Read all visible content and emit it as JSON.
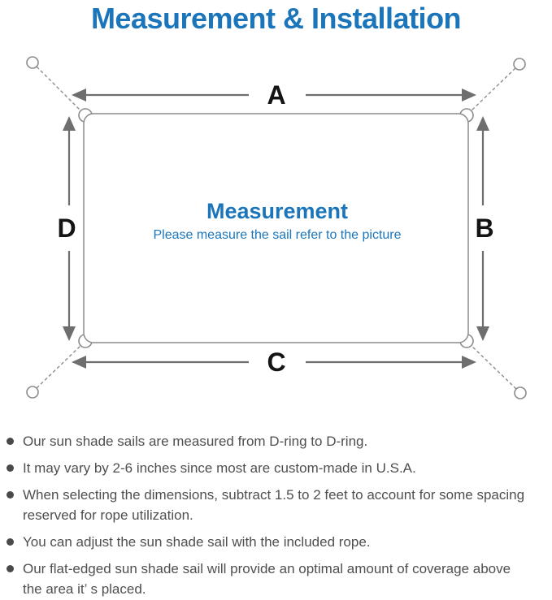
{
  "title": "Measurement & Installation",
  "colors": {
    "accent": "#1b75bb",
    "outline": "#8c8c8c",
    "arrow": "#6e6e6e",
    "label": "#141414",
    "body-text": "#4f4f4f",
    "bullet": "#4a4a4a"
  },
  "diagram": {
    "labels": {
      "a": "A",
      "b": "B",
      "c": "C",
      "d": "D"
    },
    "center_title": "Measurement",
    "center_subtitle": "Please measure the sail refer to the picture"
  },
  "bullets": [
    {
      "lines": [
        "Our sun shade sails are measured from D-ring to D-ring."
      ]
    },
    {
      "lines": [
        "It may vary by 2-6 inches since most are custom-made in U.S.A."
      ]
    },
    {
      "lines": [
        "When selecting the dimensions, subtract 1.5 to 2 feet to account for some spacing",
        "reserved for rope utilization."
      ]
    },
    {
      "lines": [
        "You can adjust the sun shade sail with the included rope."
      ]
    },
    {
      "lines": [
        "Our flat-edged sun shade sail will provide an optimal amount of coverage above",
        "the area it’ s placed."
      ]
    }
  ]
}
